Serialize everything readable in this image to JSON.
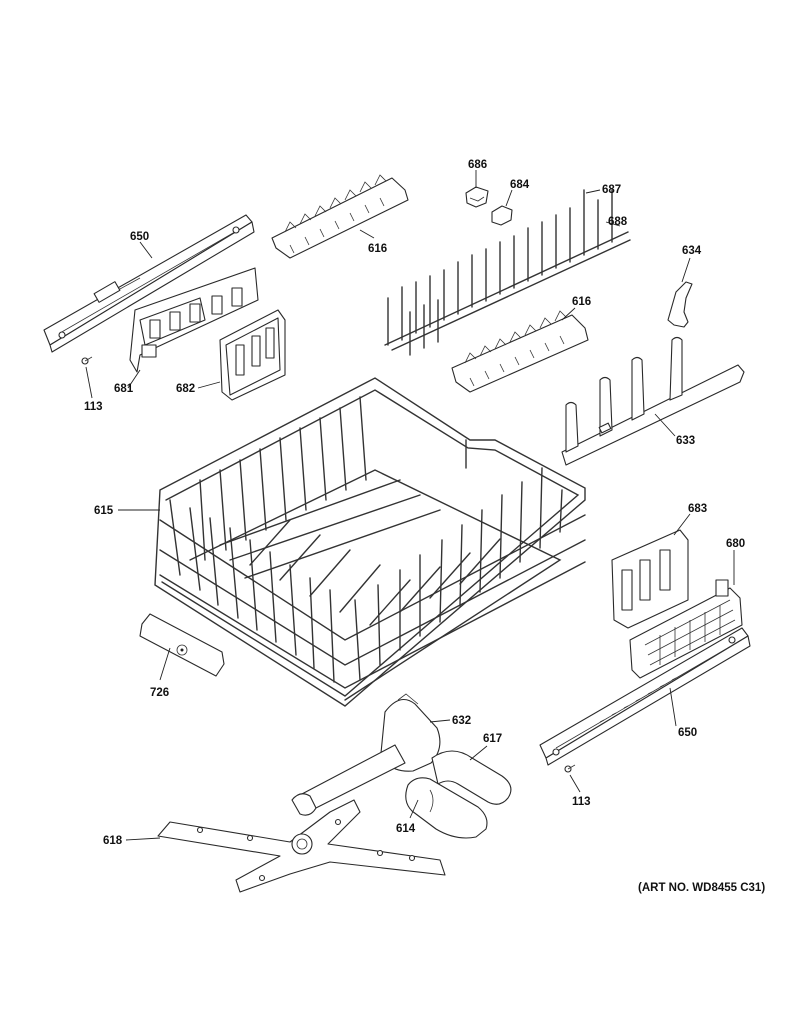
{
  "callouts": {
    "c650a": "650",
    "c616a": "616",
    "c686": "686",
    "c684": "684",
    "c687": "687",
    "c688": "688",
    "c634": "634",
    "c616b": "616",
    "c681": "681",
    "c682": "682",
    "c113a": "113",
    "c633": "633",
    "c615": "615",
    "c683": "683",
    "c680": "680",
    "c726": "726",
    "c632": "632",
    "c617": "617",
    "c650b": "650",
    "c113b": "113",
    "c614": "614",
    "c618": "618"
  },
  "art_number": "(ART NO. WD8455 C31)"
}
